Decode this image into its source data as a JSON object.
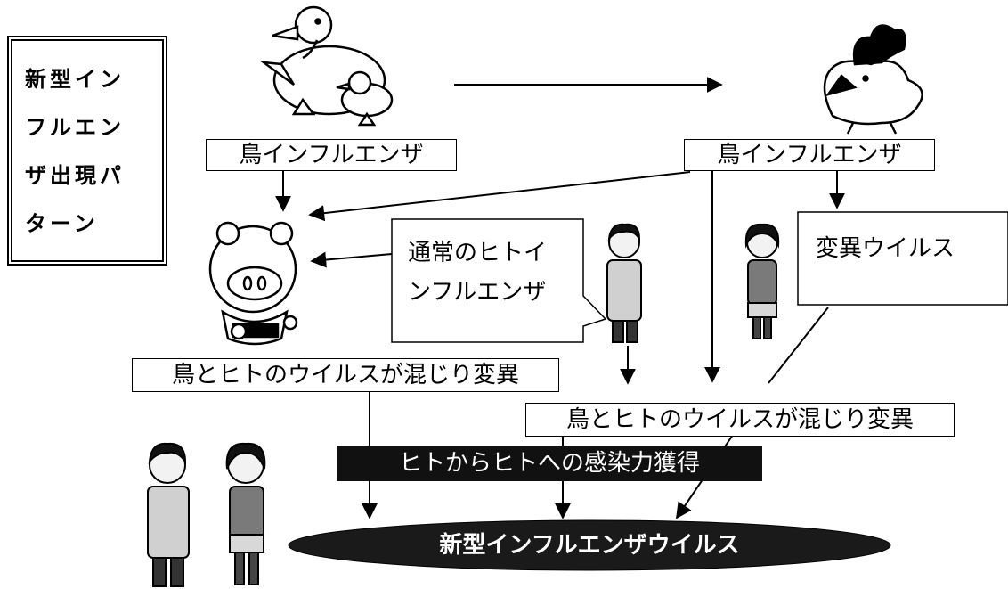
{
  "title": "新型イン\nフルエン\nザ出現パ\nターン",
  "labels": {
    "bird_flu_left": "鳥インフルエンザ",
    "bird_flu_right": "鳥インフルエンザ",
    "human_flu": "通常のヒトイ\nンフルエンザ",
    "mutant_virus": "変異ウイルス",
    "mix_left": "鳥とヒトのウイルスが混じり変異",
    "mix_right": "鳥とヒトのウイルスが混じり変異",
    "human_to_human": "ヒトからヒトへの感染力獲得",
    "new_flu": "新型インフルエンザウイルス"
  },
  "colors": {
    "ink": "#000000",
    "dark_bar": "#1a1a1a",
    "gray": "#9a9a9a",
    "skin": "#f2f2f2"
  }
}
